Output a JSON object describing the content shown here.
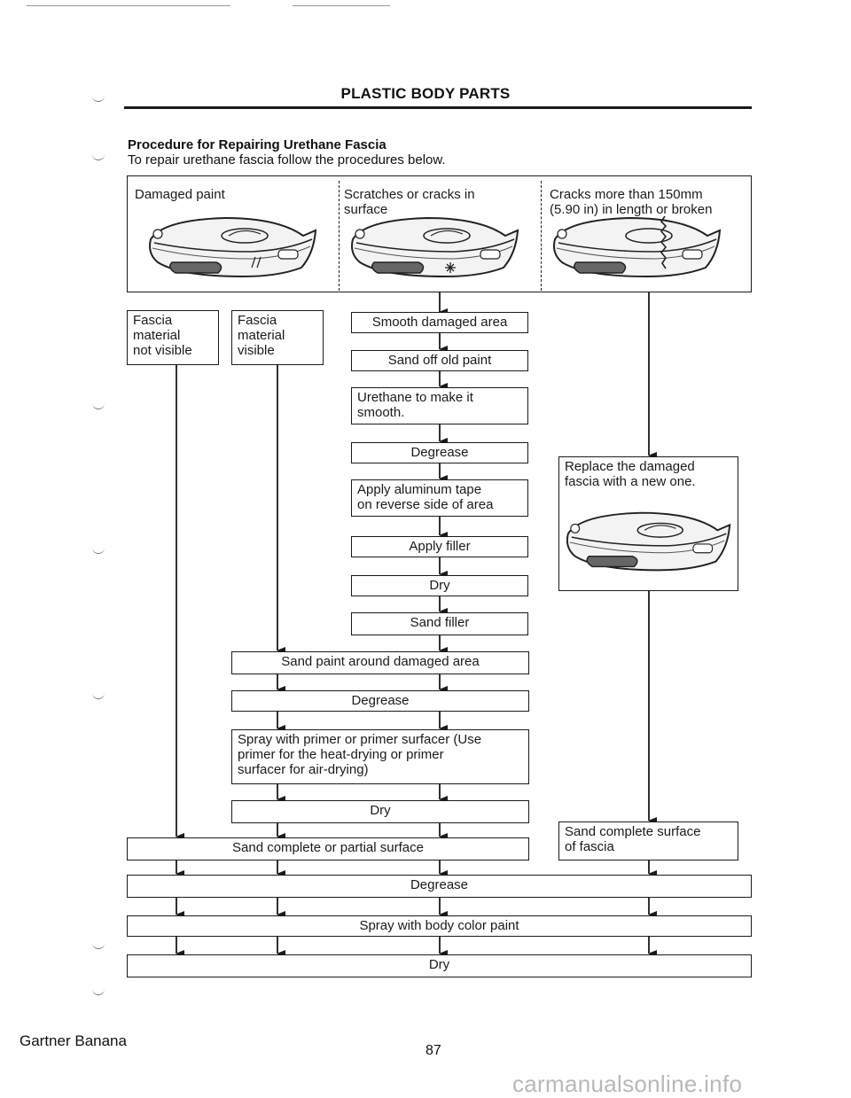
{
  "page": {
    "title": "PLASTIC BODY PARTS",
    "subheading": "Procedure for Repairing Urethane Fascia",
    "intro": "To repair urethane fascia follow the procedures below.",
    "footer_left": "Gartner Banana",
    "page_number": "87",
    "watermark": "carmanualsonline.info"
  },
  "flowchart": {
    "categories": [
      {
        "label": "Damaged paint"
      },
      {
        "label_line1": "Scratches or cracks in",
        "label_line2": "surface"
      },
      {
        "label_line1": "Cracks more than 150mm",
        "label_line2": "(5.90 in) in length or broken"
      }
    ],
    "start_boxes": {
      "not_visible": {
        "line1": "Fascia",
        "line2": "material",
        "line3": "not visible"
      },
      "visible": {
        "line1": "Fascia",
        "line2": "material",
        "line3": "visible"
      }
    },
    "middle_steps": [
      "Smooth damaged area",
      "Sand off old paint",
      "Degrease",
      "Apply filler",
      "Dry",
      "Sand filler"
    ],
    "urethane_step": {
      "line1": "Urethane to make it",
      "line2": "smooth."
    },
    "tape_step": {
      "line1": "Apply aluminum tape",
      "line2": "on reverse side of area"
    },
    "replace_step": {
      "line1": "Replace the damaged",
      "line2": "fascia with a new one."
    },
    "paint_steps": {
      "sand_paint": "Sand paint around damaged area",
      "degrease": "Degrease",
      "spray_primer_1": "Spray with primer or primer surfacer (Use",
      "spray_primer_2": "primer for the heat-drying or primer",
      "spray_primer_3": "surfacer for air-drying)",
      "dry": "Dry",
      "sand_complete": "Sand complete or partial surface",
      "sand_fascia_1": "Sand complete surface",
      "sand_fascia_2": "of fascia"
    },
    "final_steps": [
      "Degrease",
      "Spray with body color paint",
      "Dry"
    ]
  }
}
